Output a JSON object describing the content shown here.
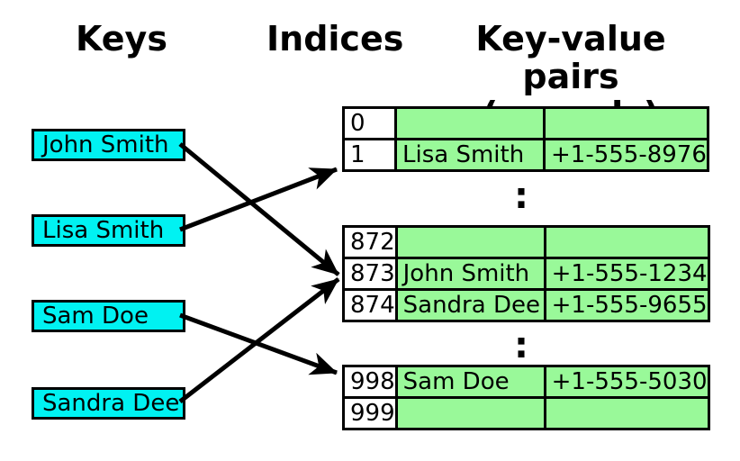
{
  "diagram": {
    "headings": {
      "keys": "Keys",
      "indices": "Indices",
      "kv_line1": "Key-value pairs",
      "kv_line2": "(records)"
    },
    "keys": [
      "John Smith",
      "Lisa Smith",
      "Sam Doe",
      "Sandra Dee"
    ],
    "ellipsis": ":",
    "buckets": [
      {
        "rows": [
          {
            "index": "0",
            "name": "",
            "phone": ""
          },
          {
            "index": "1",
            "name": "Lisa Smith",
            "phone": "+1-555-8976"
          }
        ]
      },
      {
        "rows": [
          {
            "index": "872",
            "name": "",
            "phone": ""
          },
          {
            "index": "873",
            "name": "John Smith",
            "phone": "+1-555-1234"
          },
          {
            "index": "874",
            "name": "Sandra Dee",
            "phone": "+1-555-9655"
          }
        ]
      },
      {
        "rows": [
          {
            "index": "998",
            "name": "Sam Doe",
            "phone": "+1-555-5030"
          },
          {
            "index": "999",
            "name": "",
            "phone": ""
          }
        ]
      }
    ],
    "arrows": [
      {
        "from": "John Smith",
        "to_index": "873"
      },
      {
        "from": "Lisa Smith",
        "to_index": "1"
      },
      {
        "from": "Sam Doe",
        "to_index": "998"
      },
      {
        "from": "Sandra Dee",
        "to_index": "873"
      }
    ],
    "colors": {
      "key_box_fill": "#00f2f2",
      "record_cell_fill": "#99f999",
      "index_cell_fill": "#ffffff",
      "line_and_border": "#000000"
    }
  }
}
